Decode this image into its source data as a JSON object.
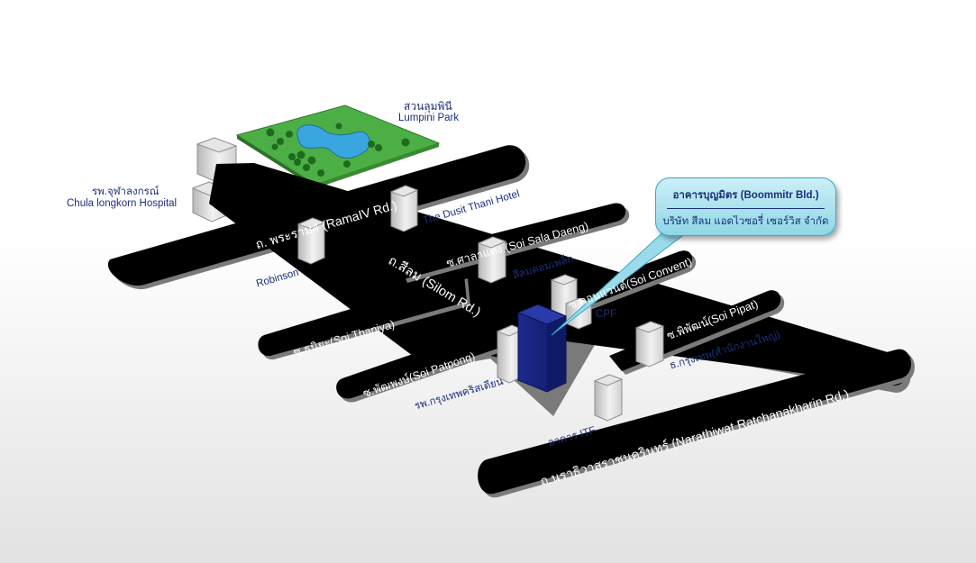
{
  "park": {
    "name_th": "สวนลุมพินี",
    "name_en": "Lumpini Park"
  },
  "hospital": {
    "name_th": "รพ.จุฬาลงกรณ์",
    "name_en": "Chula longkorn Hospital"
  },
  "roads": {
    "rama4": "ถ. พระราม4 (RamaIV Rd.)",
    "silom": "ถ.สีลม (Silom Rd.)",
    "sala_daeng": "ซ.ศาลาแดง (Soi Sala Daeng)",
    "convent": "ซ.คอนแวนต์(Soi Convent)",
    "thaniya": "ซ.ธนิยะ(Soi Thaniya)",
    "patpong": "ซ.พัฒพงษ์(Soi Patpong)",
    "pipat": "ซ.พิพัฒน์(Soi Pipat)",
    "narathiwat": "ถ.นราธิวาสราชนครินทร์ (Narathiwat Ratchanakharin Rd.)"
  },
  "landmarks": {
    "dusit": "The Dusit Thani Hotel",
    "robinson": "Robinson",
    "silom_complex": "สีลมคอมเพล็ก",
    "cpf": "CPF",
    "bangkok_christian": "รพ.กรุงเทพคริสเตียน",
    "bangkok_bank": "ธ.กรุงเทพ(สำนักงานใหญ่)",
    "itf": "อาคาร ITF"
  },
  "callout": {
    "title": "อาคารบุญมิตร (Boommitr Bld.)",
    "subtitle": "บริษัท สีลม แอดไวซอรี่ เซอร์วิส จำกัด"
  }
}
